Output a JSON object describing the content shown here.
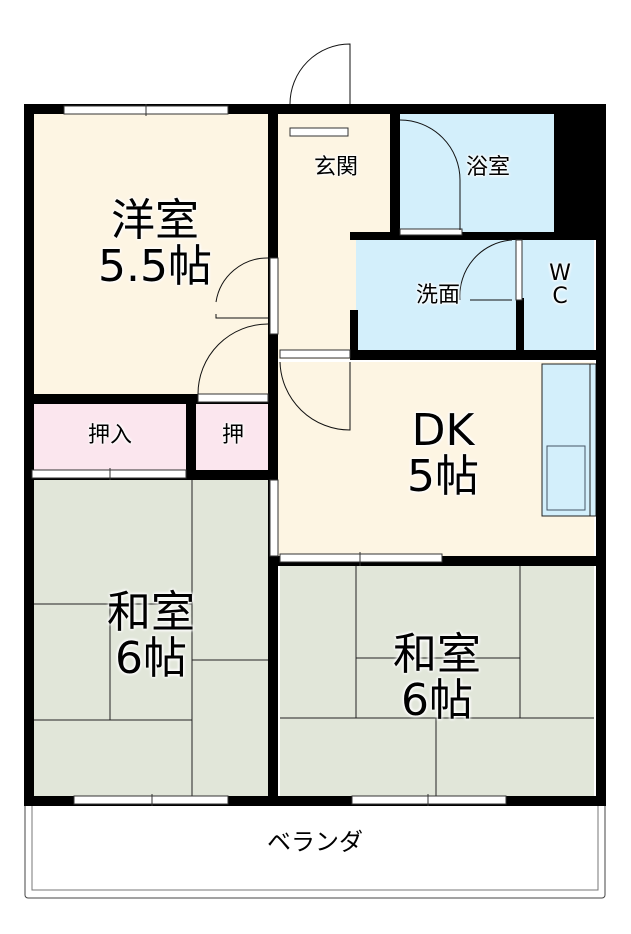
{
  "colors": {
    "wall": "#000000",
    "western_room": "#fdf5e3",
    "wet_area": "#d3effb",
    "closet": "#fbe6ee",
    "tatami": "#e1e6d9",
    "veranda": "#ffffff"
  },
  "rooms": {
    "western": {
      "name": "洋室",
      "size": "5.5帖"
    },
    "entrance": {
      "name": "玄関"
    },
    "bath": {
      "name": "浴室"
    },
    "washroom": {
      "name": "洗面"
    },
    "toilet": {
      "name_line1": "W",
      "name_line2": "C"
    },
    "closet_large": {
      "name": "押入"
    },
    "closet_small": {
      "name": "押"
    },
    "dk": {
      "name": "DK",
      "size": "5帖"
    },
    "japanese_left": {
      "name": "和室",
      "size": "6帖"
    },
    "japanese_right": {
      "name": "和室",
      "size": "6帖"
    },
    "veranda": {
      "name": "ベランダ"
    }
  }
}
